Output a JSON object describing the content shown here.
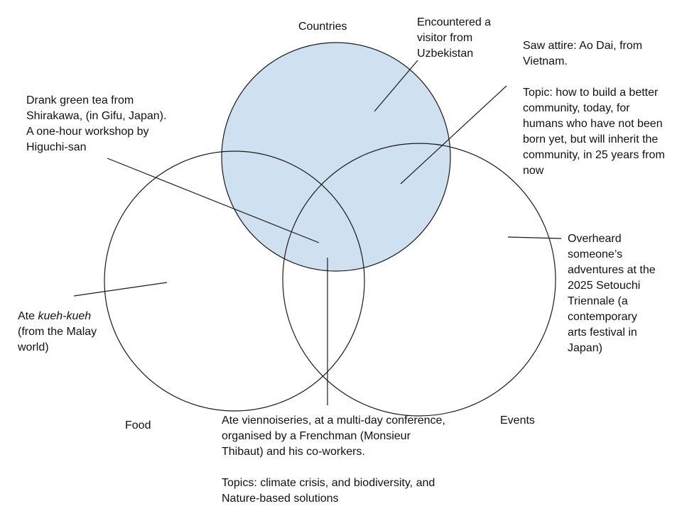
{
  "diagram": {
    "type": "venn",
    "colors": {
      "countries_fill": "#cfe0f1",
      "stroke": "#1a1a1a",
      "text": "#111111"
    },
    "sets": [
      {
        "id": "countries",
        "label": "Countries",
        "filled": true
      },
      {
        "id": "food",
        "label": "Food",
        "filled": false
      },
      {
        "id": "events",
        "label": "Events",
        "filled": false
      }
    ],
    "annotations": {
      "uzbekistan": {
        "region": "countries",
        "text": "Encountered a\nvisitor from\nUzbekistan"
      },
      "ao_dai": {
        "region": "countries ∩ events",
        "text": "Saw attire: Ao Dai, from\nVietnam.\n\nTopic: how to build a better\ncommunity, today, for\nhumans who have not been\nborn yet, but will inherit the\ncommunity, in 25 years from\nnow"
      },
      "green_tea": {
        "region": "countries ∩ food ∩ events",
        "text": "Drank green tea from\nShirakawa, (in Gifu, Japan).\nA one-hour workshop by\nHiguchi-san"
      },
      "kueh": {
        "region": "food",
        "prefix": "Ate ",
        "italic": "kueh-kueh",
        "suffix": "\n(from the Malay\nworld)"
      },
      "setouchi": {
        "region": "events",
        "text": "Overheard\nsomeone’s\nadventures at the\n2025 Setouchi\nTriennale (a\ncontemporary\narts festival in\nJapan)"
      },
      "viennoiseries": {
        "region": "food ∩ events",
        "text": "Ate viennoiseries, at a multi-day conference,\norganised by a Frenchman (Monsieur\nThibaut) and his co-workers.\n\nTopics: climate crisis, and biodiversity, and\nNature-based solutions"
      }
    }
  }
}
